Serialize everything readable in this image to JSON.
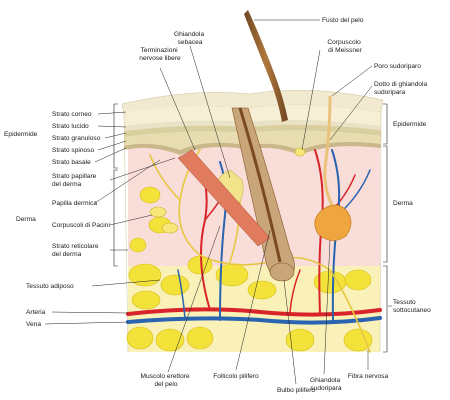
{
  "labels": {
    "fusto_del_pelo": "Fusto del pelo",
    "ghiandola_sebacea": [
      "Ghiandola",
      "sebacea"
    ],
    "terminazioni": [
      "Terminazioni",
      "nervose libere"
    ],
    "corpuscolo_meissner": [
      "Corpuscolo",
      "di Meissner"
    ],
    "poro_sudoriparo": "Poro sudoriparo",
    "dotto_ghiandola": [
      "Dotto di ghiandola",
      "sudoripara"
    ],
    "strato_corneo": "Strato corneo",
    "strato_lucido": "Strato lucido",
    "strato_granuloso": "Strato granuloso",
    "strato_spinoso": "Strato spinoso",
    "strato_basale": "Strato basale",
    "epidermide_left": "Epidermide",
    "epidermide_right": "Epidermide",
    "strato_papillare": [
      "Strato papillare",
      "del derma"
    ],
    "papilla_dermica": "Papilla dermica",
    "corpuscoli_pacini": "Corpuscoli di Pacini",
    "strato_reticolare": [
      "Strato reticolare",
      "del derma"
    ],
    "derma_left": "Derma",
    "derma_right": "Derma",
    "tessuto_adiposo": "Tessuto adiposo",
    "arteria": "Arteria",
    "vena": "Vena",
    "tessuto_sottocutaneo": [
      "Tessuto",
      "sottocutaneo"
    ],
    "muscolo_erettore": [
      "Muscolo erettore",
      "del pelo"
    ],
    "follicolo_pilifero": "Follicolo pilifero",
    "bulbo_pilifero": "Bulbo pilifero",
    "ghiandola_sudoripara": [
      "Ghiandola",
      "sudoripara"
    ],
    "fibra_nervosa": "Fibra nervosa"
  },
  "colors": {
    "epidermis": "#f3e9c4",
    "dermis": "#f7dcd8",
    "fat": "#f2e23a",
    "artery": "#d8232a",
    "vein": "#2a63b0",
    "nerve": "#e8c640",
    "hair": "#8a5a2b"
  }
}
